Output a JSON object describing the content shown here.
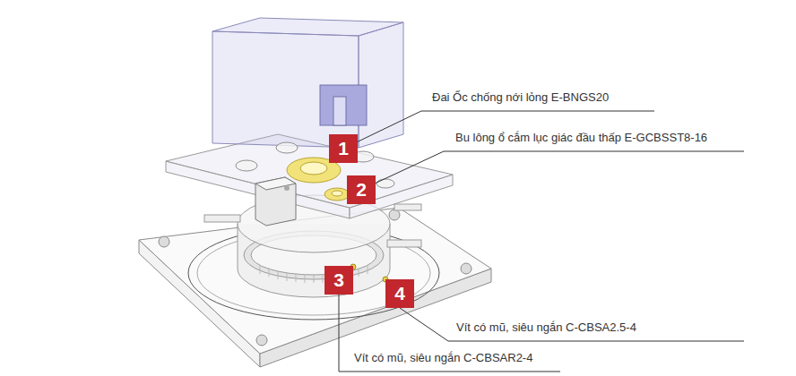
{
  "diagram": {
    "labels": [
      "Đai Ốc chống nới lỏng E-BNGS20",
      "1",
      "Bu lông ổ cắm lục giác đầu thấp E-GCBSST8-16",
      "2",
      "3",
      "4",
      "Vít có mũ, siêu ngắn C-CBSA2.5-4",
      "Vít có mũ, siêu ngắn C-CBSAR2-4"
    ]
  }
}
